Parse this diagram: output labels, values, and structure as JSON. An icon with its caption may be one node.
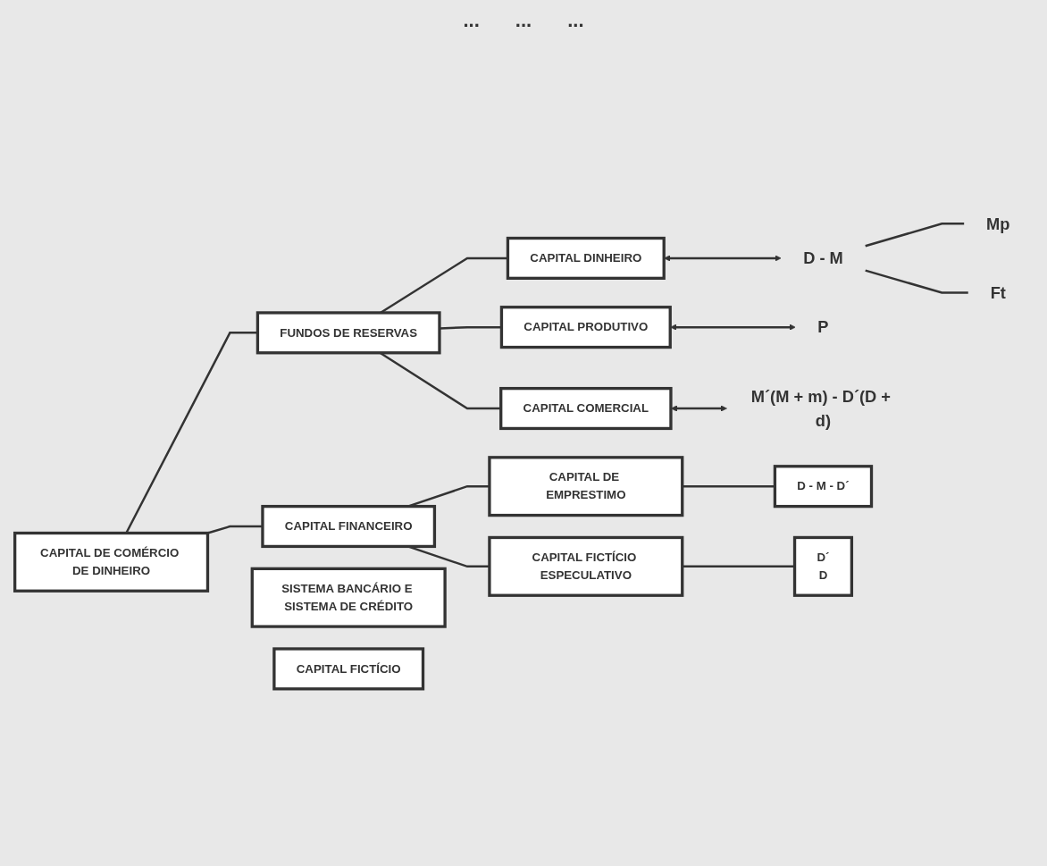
{
  "diagram": {
    "nodes": [
      {
        "text": [
          "D - M"
        ]
      },
      {
        "text": [
          "Mp"
        ]
      },
      {
        "text": [
          "Ft"
        ]
      },
      {
        "text": [
          "P"
        ]
      },
      {
        "text": [
          "M´(M + m) - D´(D + d)"
        ]
      },
      {
        "text": [
          "CAPITAL DINHEIRO"
        ]
      },
      {
        "text": [
          "CAPITAL PRODUTIVO"
        ]
      },
      {
        "text": [
          "CAPITAL COMERCIAL"
        ]
      },
      {
        "text": [
          "FUNDOS DE RESERVAS"
        ]
      },
      {
        "text": [
          "CAPITAL DE COMÉRCIO DE DINHEIRO"
        ]
      },
      {
        "text": [
          "D - M - D´"
        ]
      },
      {
        "text": [
          "CAPITAL FINANCEIRO"
        ]
      },
      {
        "text": [
          "CAPITAL DE EMPRESTIMO"
        ]
      },
      {
        "text": [
          "D´",
          "D"
        ]
      },
      {
        "text": [
          "SISTEMA BANCÁRIO E SISTEMA DE CRÉDITO"
        ]
      },
      {
        "text": [
          "CAPITAL FICTÍCIO ESPECULATIVO"
        ]
      },
      {
        "text": [
          "CAPITAL FICTÍCIO"
        ]
      }
    ],
    "edges": [
      {
        "from": 0,
        "to": 1,
        "arrow": "none"
      },
      {
        "from": 0,
        "to": 2,
        "arrow": "none"
      },
      {
        "from": 5,
        "to": 0,
        "arrow": "both"
      },
      {
        "from": 6,
        "to": 3,
        "arrow": "both"
      },
      {
        "from": 7,
        "to": 4,
        "arrow": "both"
      },
      {
        "from": 8,
        "to": 5,
        "arrow": "none"
      },
      {
        "from": 8,
        "to": 6,
        "arrow": "none"
      },
      {
        "from": 8,
        "to": 7,
        "arrow": "none"
      },
      {
        "from": 9,
        "to": 8,
        "arrow": "none"
      },
      {
        "from": 9,
        "to": 11,
        "arrow": "none"
      },
      {
        "from": 11,
        "to": 12,
        "arrow": "none"
      },
      {
        "from": 12,
        "to": 10,
        "arrow": "none"
      },
      {
        "from": 11,
        "to": 15,
        "arrow": "none"
      },
      {
        "from": 15,
        "to": 13,
        "arrow": "none"
      }
    ],
    "labels": [
      "...",
      "...",
      "..."
    ]
  }
}
